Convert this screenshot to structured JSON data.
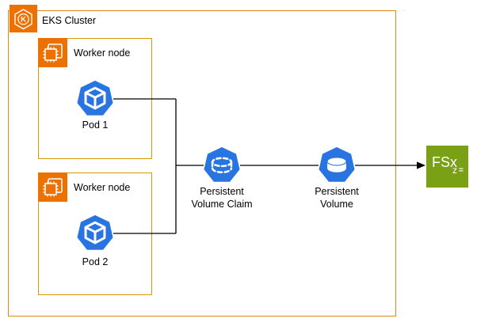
{
  "diagram": {
    "cluster_label": "EKS Cluster",
    "eks_icon_letter": "K",
    "worker_node_1": {
      "label": "Worker node",
      "pod": "Pod 1"
    },
    "worker_node_2": {
      "label": "Worker node",
      "pod": "Pod 2"
    },
    "pvc": {
      "line1": "Persistent",
      "line2": "Volume Claim"
    },
    "pv": {
      "line1": "Persistent",
      "line2": "Volume"
    },
    "fsx": {
      "label": "FSx",
      "sub_letter": "z",
      "sub_bars": "="
    },
    "colors": {
      "aws_icon_orange": "#ED7100",
      "box_border_orange": "#D79B00",
      "outer_border_orange": "#E1880E",
      "kubernetes_blue": "#2875E2",
      "fsx_green": "#7AA116",
      "connector_black": "#000000"
    }
  }
}
